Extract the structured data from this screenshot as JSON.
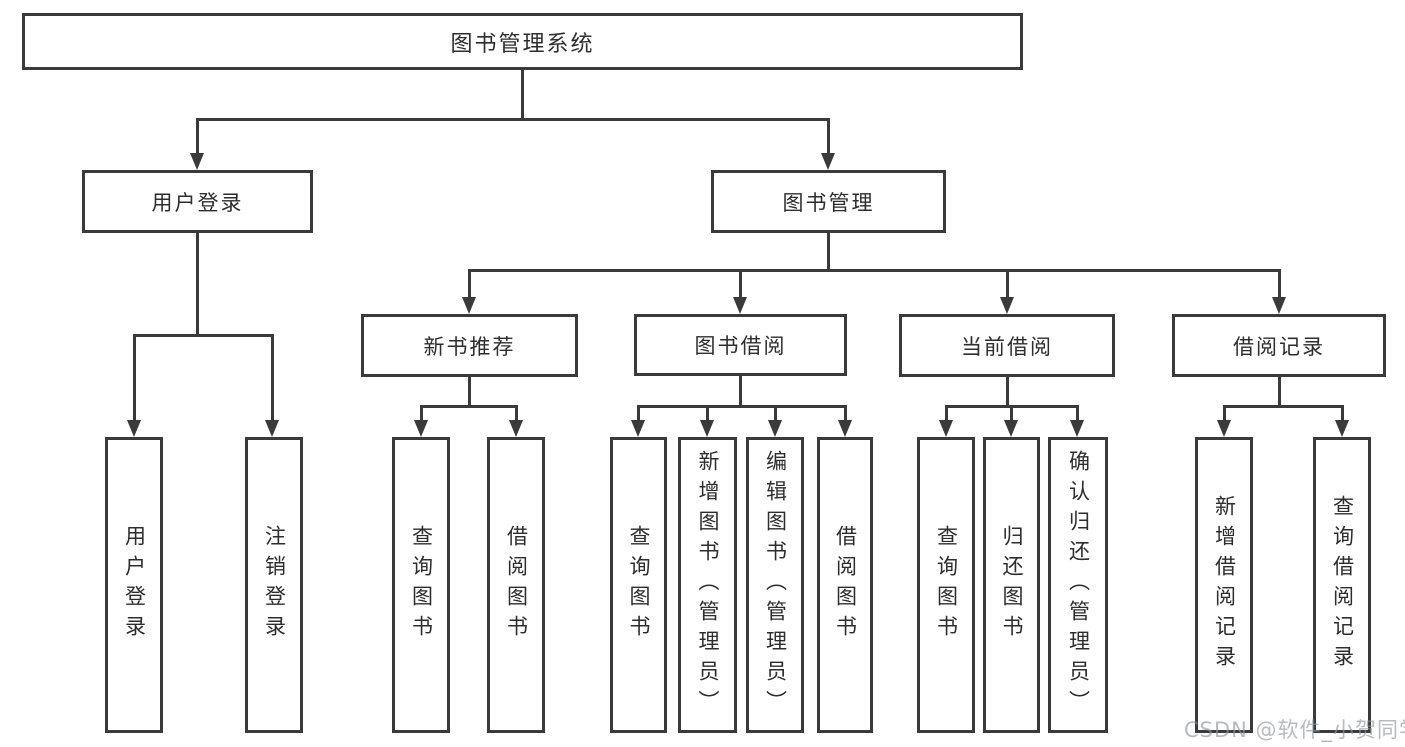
{
  "nodes": {
    "root": "图书管理系统",
    "user_login": "用户登录",
    "book_mgmt": "图书管理",
    "new_books": "新书推荐",
    "book_borrow": "图书借阅",
    "current_borrow": "当前借阅",
    "borrow_records": "借阅记录",
    "leaf_user_login": "用户登录",
    "leaf_logout": "注销登录",
    "leaf_nb_query": "查询图书",
    "leaf_nb_borrow": "借阅图书",
    "leaf_bb_query": "查询图书",
    "leaf_bb_add": "新增图书（管理员）",
    "leaf_bb_edit": "编辑图书（管理员）",
    "leaf_bb_borrow": "借阅图书",
    "leaf_cb_query": "查询图书",
    "leaf_cb_return": "归还图书",
    "leaf_cb_confirm": "确认归还（管理员）",
    "leaf_br_add": "新增借阅记录",
    "leaf_br_query": "查询借阅记录"
  },
  "hierarchy": {
    "图书管理系统": [
      "用户登录",
      "图书管理"
    ],
    "用户登录": [
      "用户登录",
      "注销登录"
    ],
    "图书管理": [
      "新书推荐",
      "图书借阅",
      "当前借阅",
      "借阅记录"
    ],
    "新书推荐": [
      "查询图书",
      "借阅图书"
    ],
    "图书借阅": [
      "查询图书",
      "新增图书（管理员）",
      "编辑图书（管理员）",
      "借阅图书"
    ],
    "当前借阅": [
      "查询图书",
      "归还图书",
      "确认归还（管理员）"
    ],
    "借阅记录": [
      "新增借阅记录",
      "查询借阅记录"
    ]
  },
  "colors": {
    "line": "#3a3a3a",
    "box_border": "#3a3a3a",
    "text": "#2d2d2d",
    "background": "#ffffff",
    "watermark": "#9196a1"
  },
  "watermark": {
    "text": "CSDN @软件_小贺同学"
  }
}
